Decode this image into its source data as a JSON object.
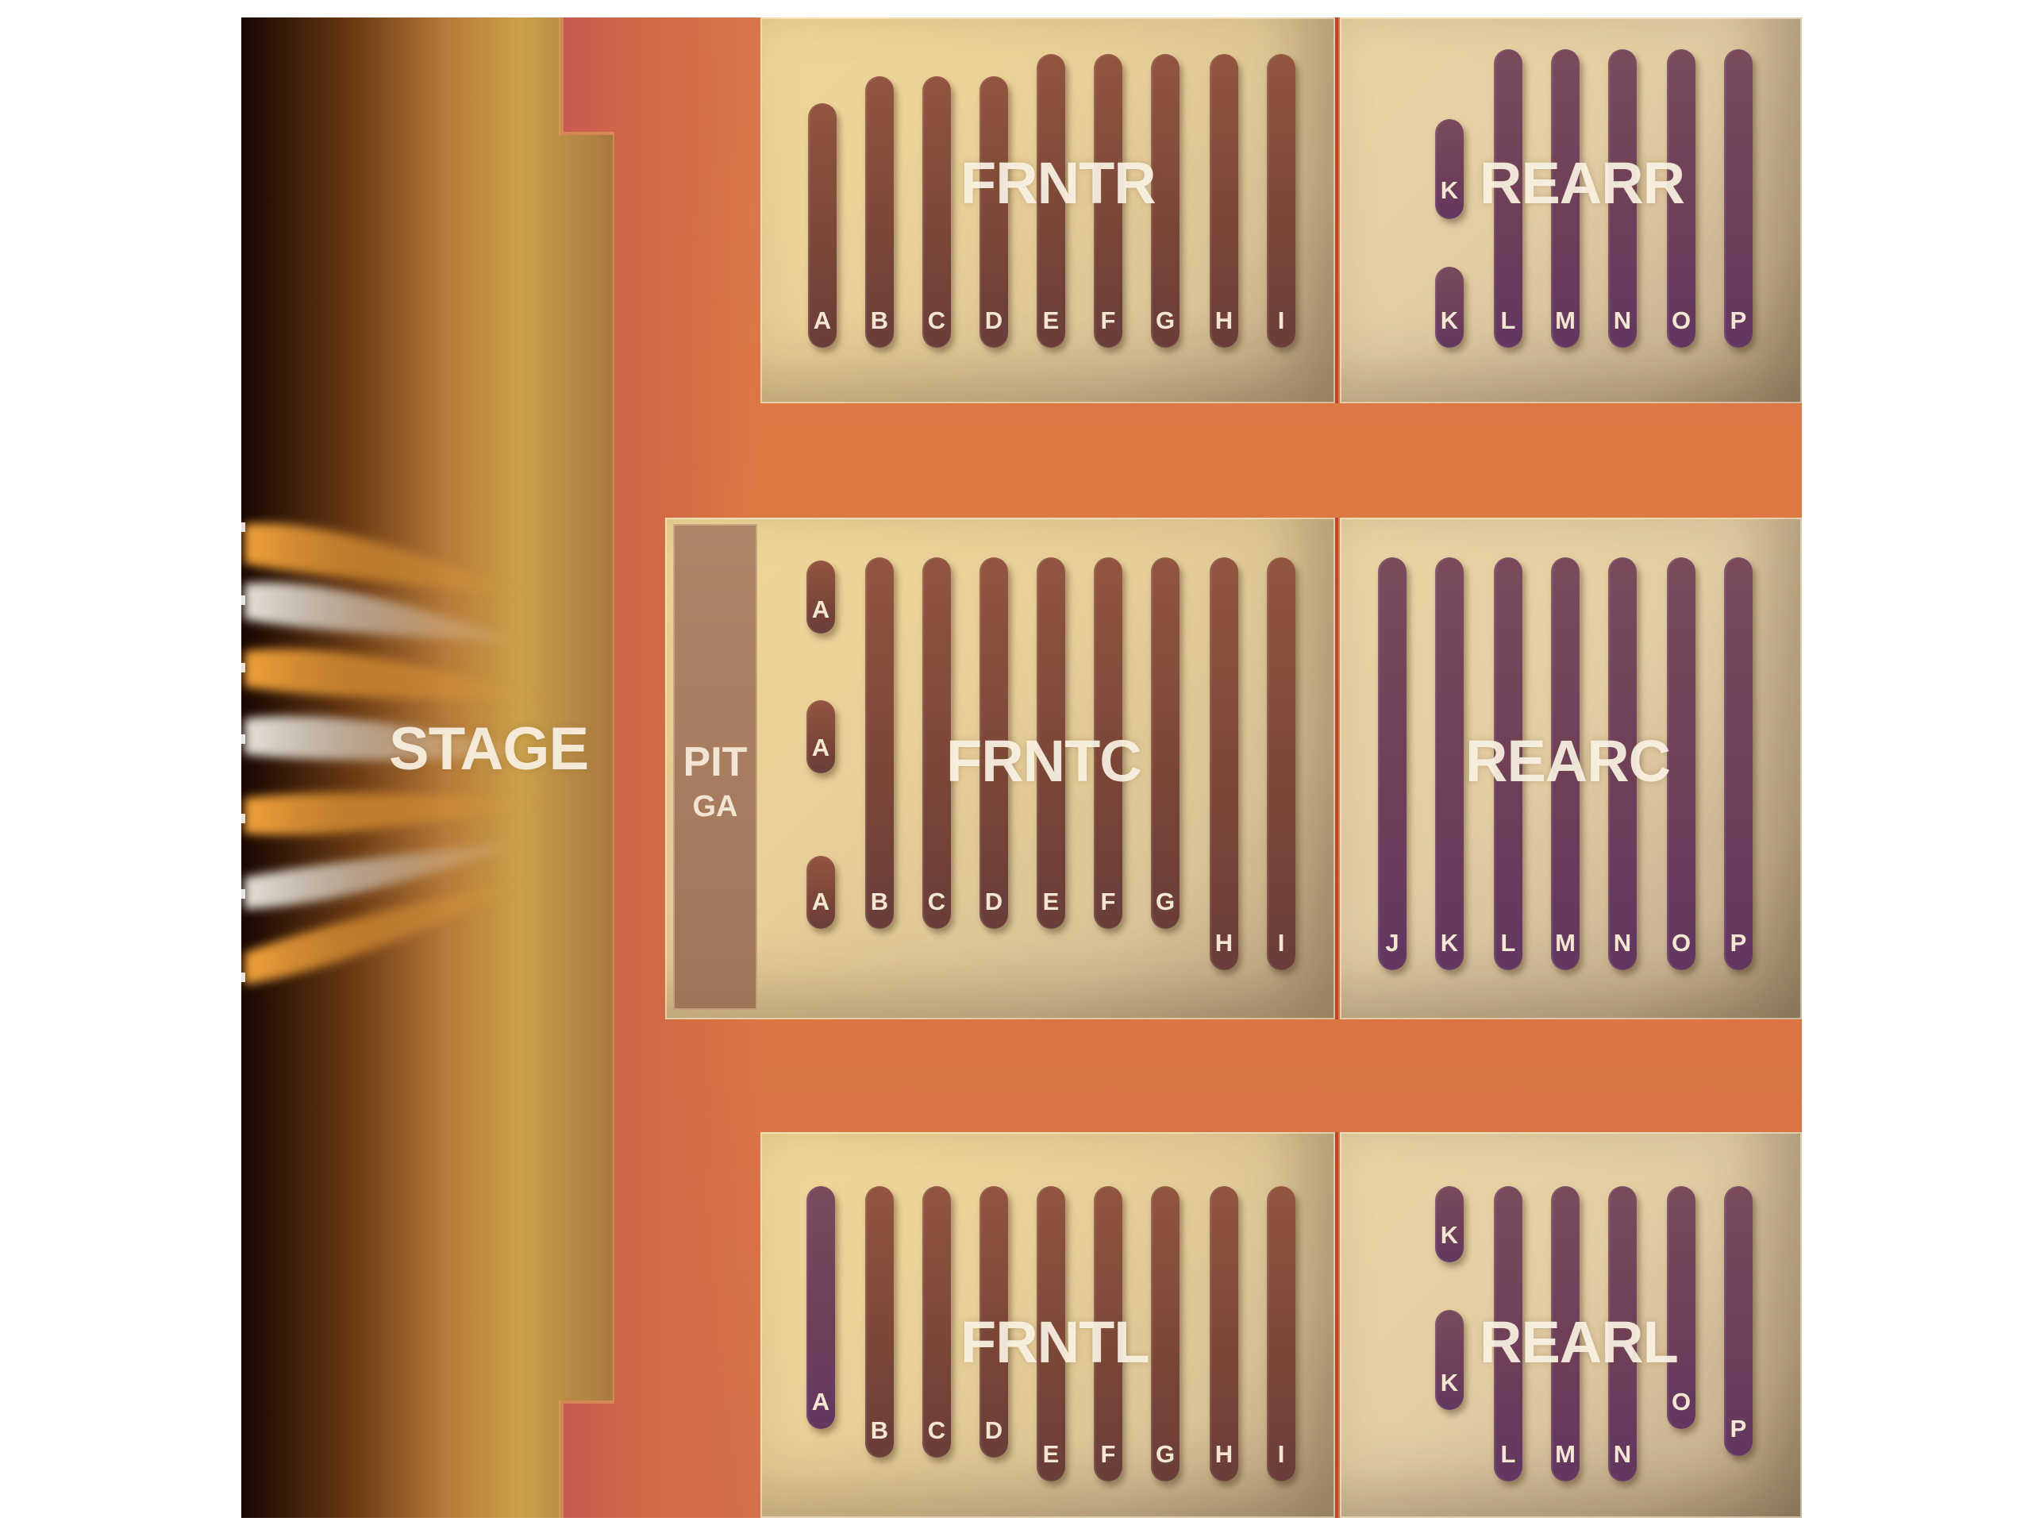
{
  "stage": {
    "label": "STAGE"
  },
  "pit": {
    "line1": "PIT",
    "line2": "GA"
  },
  "sections": {
    "frntr": {
      "label": "FRNTR",
      "rows": [
        "A",
        "B",
        "C",
        "D",
        "E",
        "F",
        "G",
        "H",
        "I"
      ],
      "extra_label": ""
    },
    "rearr": {
      "label": "REARR",
      "rows": [
        "K",
        "K",
        "L",
        "M",
        "N",
        "O",
        "P"
      ]
    },
    "frntc": {
      "label": "FRNTC",
      "rows": [
        "A",
        "A",
        "A",
        "B",
        "C",
        "D",
        "E",
        "F",
        "G",
        "H",
        "I"
      ]
    },
    "rearc": {
      "label": "REARC",
      "rows": [
        "J",
        "K",
        "L",
        "M",
        "N",
        "O",
        "P"
      ]
    },
    "frntl": {
      "label": "FRNTL",
      "rows": [
        "A",
        "B",
        "C",
        "D",
        "E",
        "F",
        "G",
        "H",
        "I"
      ]
    },
    "rearl": {
      "label": "REARL",
      "rows": [
        "K",
        "K",
        "L",
        "M",
        "N",
        "O",
        "P"
      ]
    }
  },
  "colors": {
    "aisle": "#e0793f",
    "section": "#e8cf98",
    "row": "#7a4638",
    "row_rear": "#6e3e5a",
    "stage_light": "#caa04a",
    "divider": "#c0462a"
  }
}
